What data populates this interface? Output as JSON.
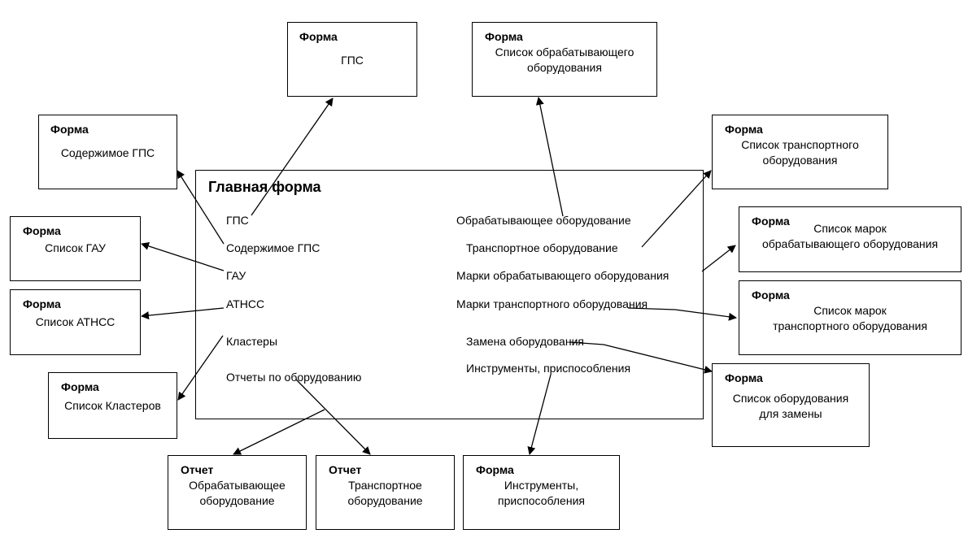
{
  "main_form": {
    "title": "Главная форма",
    "left_items": [
      "ГПС",
      "Содержимое ГПС",
      "ГАУ",
      "АТНСС",
      "Кластеры",
      "Отчеты по оборудованию"
    ],
    "right_items": [
      "Обрабатывающее оборудование",
      "Транспортное оборудование",
      "Марки обрабатывающего оборудования",
      "Марки транспортного оборудования",
      "Замена оборудования",
      "Инструменты, приспособления"
    ]
  },
  "boxes": [
    {
      "kind": "Форма",
      "desc": "ГПС"
    },
    {
      "kind": "Форма",
      "desc": "Список обрабатывающего\nоборудования"
    },
    {
      "kind": "Форма",
      "desc": "Содержимое ГПС"
    },
    {
      "kind": "Форма",
      "desc": "Список транспортного\nоборудования"
    },
    {
      "kind": "Форма",
      "desc": "Список ГАУ"
    },
    {
      "kind": "Форма",
      "desc": "Список марок\nобрабатывающего оборудования"
    },
    {
      "kind": "Форма",
      "desc": "Список АТНСС"
    },
    {
      "kind": "Форма",
      "desc": "Список марок\nтранспортного оборудования"
    },
    {
      "kind": "Форма",
      "desc": "Список Кластеров"
    },
    {
      "kind": "Форма",
      "desc": "Список оборудования\nдля замены"
    },
    {
      "kind": "Отчет",
      "desc": "Обрабатывающее\nоборудование"
    },
    {
      "kind": "Отчет",
      "desc": "Транспортное\nоборудование"
    },
    {
      "kind": "Форма",
      "desc": "Инструменты,\nприспособления"
    }
  ]
}
